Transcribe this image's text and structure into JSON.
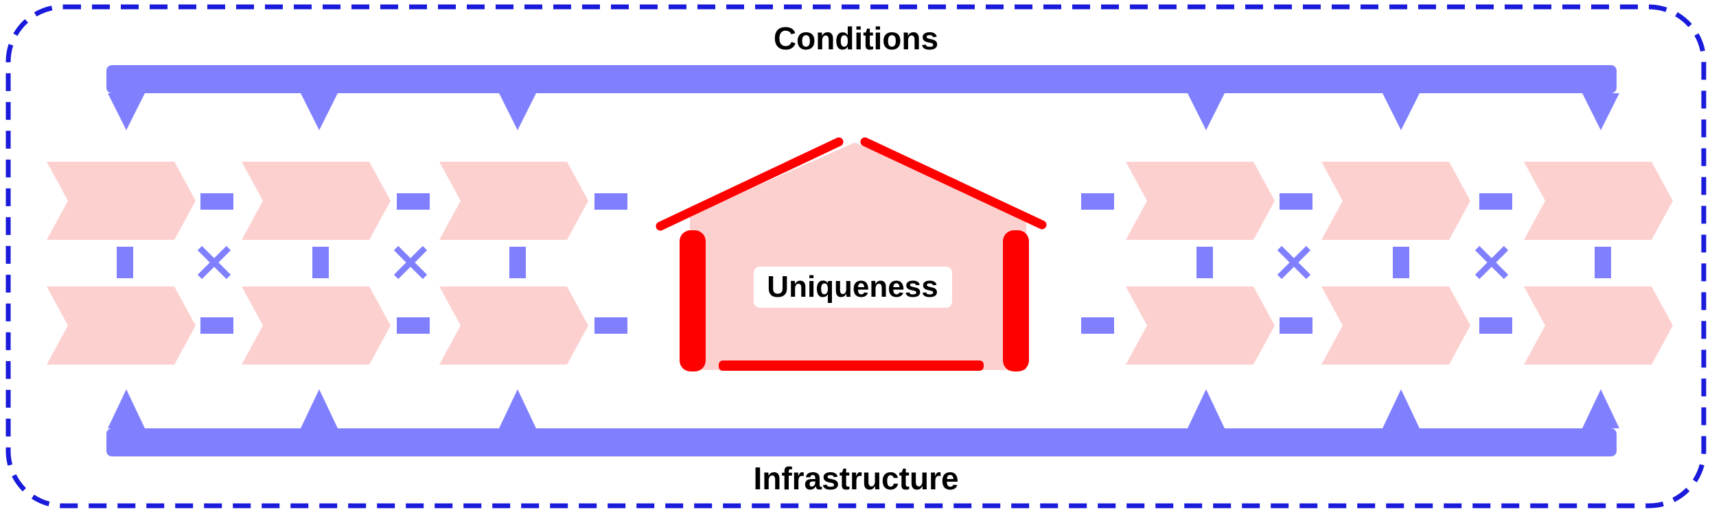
{
  "diagram": {
    "top_label": "Conditions",
    "bottom_label": "Infrastructure",
    "center_label": "Uniqueness"
  },
  "colors": {
    "frame": "#1a1adb",
    "bar": "#8080ff",
    "chevron": "#fdd0d0",
    "house_outline": "#ff0000",
    "house_fill": "#fdd0d0",
    "connector": "#8080ff"
  },
  "icons": {
    "cross": "x-icon",
    "connector": "dash-icon",
    "arrow": "triangle-icon"
  }
}
